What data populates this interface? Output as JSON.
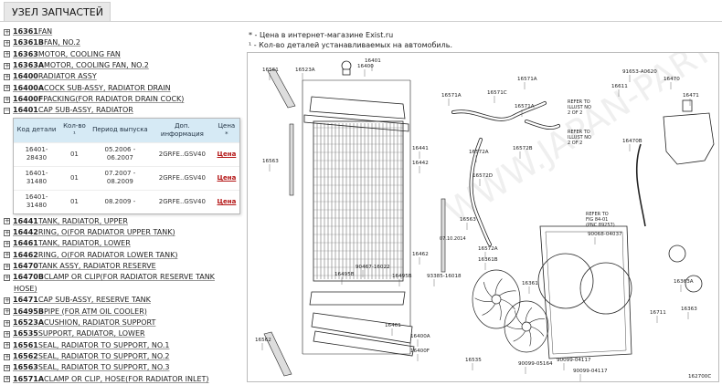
{
  "header": {
    "title": "УЗЕЛ ЗАПЧАСТЕЙ"
  },
  "parts_before": [
    {
      "code": "16361",
      "name": "FAN"
    },
    {
      "code": "16361B",
      "name": "FAN, NO.2"
    },
    {
      "code": "16363",
      "name": "MOTOR, COOLING FAN"
    },
    {
      "code": "16363A",
      "name": "MOTOR, COOLING FAN, NO.2"
    },
    {
      "code": "16400",
      "name": "RADIATOR ASSY"
    },
    {
      "code": "16400A",
      "name": "COCK SUB-ASSY, RADIATOR DRAIN"
    },
    {
      "code": "16400F",
      "name": "PACKING(FOR RADIATOR DRAIN COCK)"
    },
    {
      "code": "16401",
      "name": "CAP SUB-ASSY, RADIATOR"
    }
  ],
  "popup": {
    "headers": [
      "Код детали",
      "Кол-во ¹",
      "Период выпуска",
      "Доп. информация",
      "Цена *"
    ],
    "rows": [
      {
        "part": "16401-28430",
        "qty": "01",
        "period": "05.2006 - 06.2007",
        "info": "2GRFE..GSV40",
        "price": "Цена"
      },
      {
        "part": "16401-31480",
        "qty": "01",
        "period": "07.2007 - 08.2009",
        "info": "2GRFE..GSV40",
        "price": "Цена"
      },
      {
        "part": "16401-31480",
        "qty": "01",
        "period": "08.2009 -",
        "info": "2GRFE..GSV40",
        "price": "Цена"
      }
    ]
  },
  "parts_after": [
    {
      "code": "16441",
      "name": "TANK, RADIATOR, UPPER"
    },
    {
      "code": "16442",
      "name": "RING, O(FOR RADIATOR UPPER TANK)"
    },
    {
      "code": "16461",
      "name": "TANK, RADIATOR, LOWER"
    },
    {
      "code": "16462",
      "name": "RING, O(FOR RADIATOR LOWER TANK)"
    },
    {
      "code": "16470",
      "name": "TANK ASSY, RADIATOR RESERVE"
    },
    {
      "code": "16470B",
      "name": "CLAMP OR CLIP(FOR RADIATOR RESERVE TANK",
      "cont": "HOSE)"
    },
    {
      "code": "16471",
      "name": "CAP SUB-ASSY, RESERVE TANK"
    },
    {
      "code": "16495B",
      "name": "PIPE (FOR ATM OIL COOLER)"
    },
    {
      "code": "16523A",
      "name": "CUSHION, RADIATOR SUPPORT"
    },
    {
      "code": "16535",
      "name": "SUPPORT, RADIATOR, LOWER"
    },
    {
      "code": "16561",
      "name": "SEAL, RADIATOR TO SUPPORT, NO.1"
    },
    {
      "code": "16562",
      "name": "SEAL, RADIATOR TO SUPPORT, NO.2"
    },
    {
      "code": "16563",
      "name": "SEAL, RADIATOR TO SUPPORT, NO.3"
    },
    {
      "code": "16571A",
      "name": "CLAMP OR CLIP, HOSE(FOR RADIATOR INLET)"
    }
  ],
  "notes": {
    "line1": "* - Цена в интернет-магазине Exist.ru",
    "line2": "¹ - Кол-во деталей устанавливаемых на автомобиль."
  },
  "diagram": {
    "watermark": "WWW.JAPAN-PARTS.RU",
    "date_stamp": "07.10.2014",
    "figure_id": "162700C",
    "refer_notes": [
      "REFER TO",
      "ILLUST NO",
      "2 OF 2",
      "REFER TO",
      "ILLUST NO",
      "2 OF 2",
      "REFER TO",
      "FIG 84-01",
      "(PNC 89257)"
    ],
    "callouts": [
      {
        "label": "16561"
      },
      {
        "label": "16523A"
      },
      {
        "label": "16400"
      },
      {
        "label": "16401"
      },
      {
        "label": "16571A"
      },
      {
        "label": "16571C"
      },
      {
        "label": "16571A"
      },
      {
        "label": "16571A"
      },
      {
        "label": "16572A"
      },
      {
        "label": "16572B"
      },
      {
        "label": "16572D"
      },
      {
        "label": "91653-A0620"
      },
      {
        "label": "16470"
      },
      {
        "label": "16611"
      },
      {
        "label": "16471"
      },
      {
        "label": "16470B"
      },
      {
        "label": "16441"
      },
      {
        "label": "16442"
      },
      {
        "label": "16563"
      },
      {
        "label": "16563"
      },
      {
        "label": "16572A"
      },
      {
        "label": "16462"
      },
      {
        "label": "16495B"
      },
      {
        "label": "90467-16022"
      },
      {
        "label": "16495B"
      },
      {
        "label": "93385-16018"
      },
      {
        "label": "16461"
      },
      {
        "label": "16562"
      },
      {
        "label": "16400A"
      },
      {
        "label": "16400F"
      },
      {
        "label": "16535"
      },
      {
        "label": "16361B"
      },
      {
        "label": "16361"
      },
      {
        "label": "90068-04037"
      },
      {
        "label": "16363A"
      },
      {
        "label": "16711"
      },
      {
        "label": "16363"
      },
      {
        "label": "90099-05164"
      },
      {
        "label": "90099-04117"
      },
      {
        "label": "90099-04117"
      }
    ]
  }
}
